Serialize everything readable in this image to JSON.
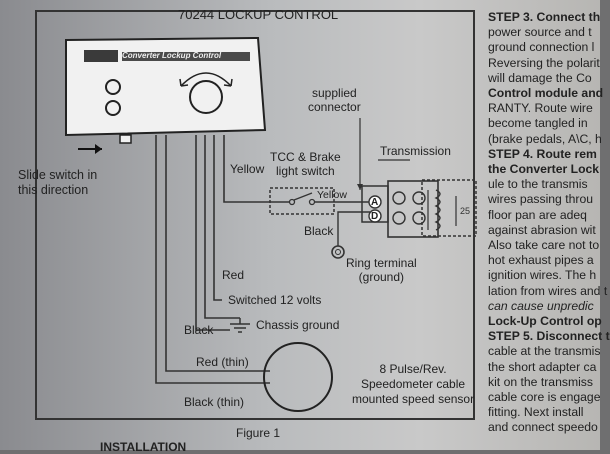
{
  "figure": {
    "title": "70244 LOCKUP CONTROL",
    "module_label": "Converter Lockup Control",
    "caption": "Figure 1",
    "labels": {
      "slide_switch": [
        "Slide switch in",
        "this direction"
      ],
      "yellow": "Yellow",
      "tcc_brake": [
        "TCC & Brake",
        "light switch"
      ],
      "supplied_connector": [
        "supplied",
        "connector"
      ],
      "transmission": "Transmission",
      "yellow_small": "Yellow",
      "black_upper": "Black",
      "ring_terminal": [
        "Ring terminal",
        "(ground)"
      ],
      "red": "Red",
      "switched": "Switched 12 volts",
      "black_lower": "Black",
      "chassis": "Chassis ground",
      "red_thin": "Red (thin)",
      "black_thin": "Black (thin)",
      "sensor": [
        "8 Pulse/Rev.",
        "Speedometer cable",
        "mounted speed sensor"
      ],
      "pin_a": "A",
      "pin_d": "D"
    }
  },
  "section_heading": "INSTALLATION",
  "right_column": {
    "lines": [
      {
        "text": "STEP 3. Connect th",
        "style": "b"
      },
      {
        "text": "power source and t",
        "style": ""
      },
      {
        "text": "ground connection l",
        "style": ""
      },
      {
        "text": "Reversing the polarit",
        "style": ""
      },
      {
        "text": "will damage the Co",
        "style": ""
      },
      {
        "text": "Control module and",
        "style": "b"
      },
      {
        "text": "RANTY. Route wire",
        "style": ""
      },
      {
        "text": "become tangled in",
        "style": ""
      },
      {
        "text": "(brake pedals, A\\C, h",
        "style": ""
      },
      {
        "text": "STEP 4. Route rem",
        "style": "b"
      },
      {
        "text": "the Converter Lock",
        "style": "b"
      },
      {
        "text": "ule to the transmis",
        "style": ""
      },
      {
        "text": "wires passing throu",
        "style": ""
      },
      {
        "text": "floor pan are adeq",
        "style": ""
      },
      {
        "text": "against abrasion wit",
        "style": ""
      },
      {
        "text": "Also take care not to",
        "style": ""
      },
      {
        "text": "hot exhaust pipes a",
        "style": ""
      },
      {
        "text": "ignition wires. The h",
        "style": ""
      },
      {
        "text": "lation from wires and t",
        "style": ""
      },
      {
        "text": "can cause unpredic",
        "style": "i"
      },
      {
        "text": "Lock-Up Control op",
        "style": "b"
      },
      {
        "text": "STEP 5. Disconnect t",
        "style": "b"
      },
      {
        "text": "cable at the transmis",
        "style": ""
      },
      {
        "text": "the short adapter ca",
        "style": ""
      },
      {
        "text": "kit on the transmiss",
        "style": ""
      },
      {
        "text": "cable core is engage",
        "style": ""
      },
      {
        "text": "fitting. Next install",
        "style": ""
      },
      {
        "text": "and connect speedo",
        "style": ""
      }
    ]
  }
}
